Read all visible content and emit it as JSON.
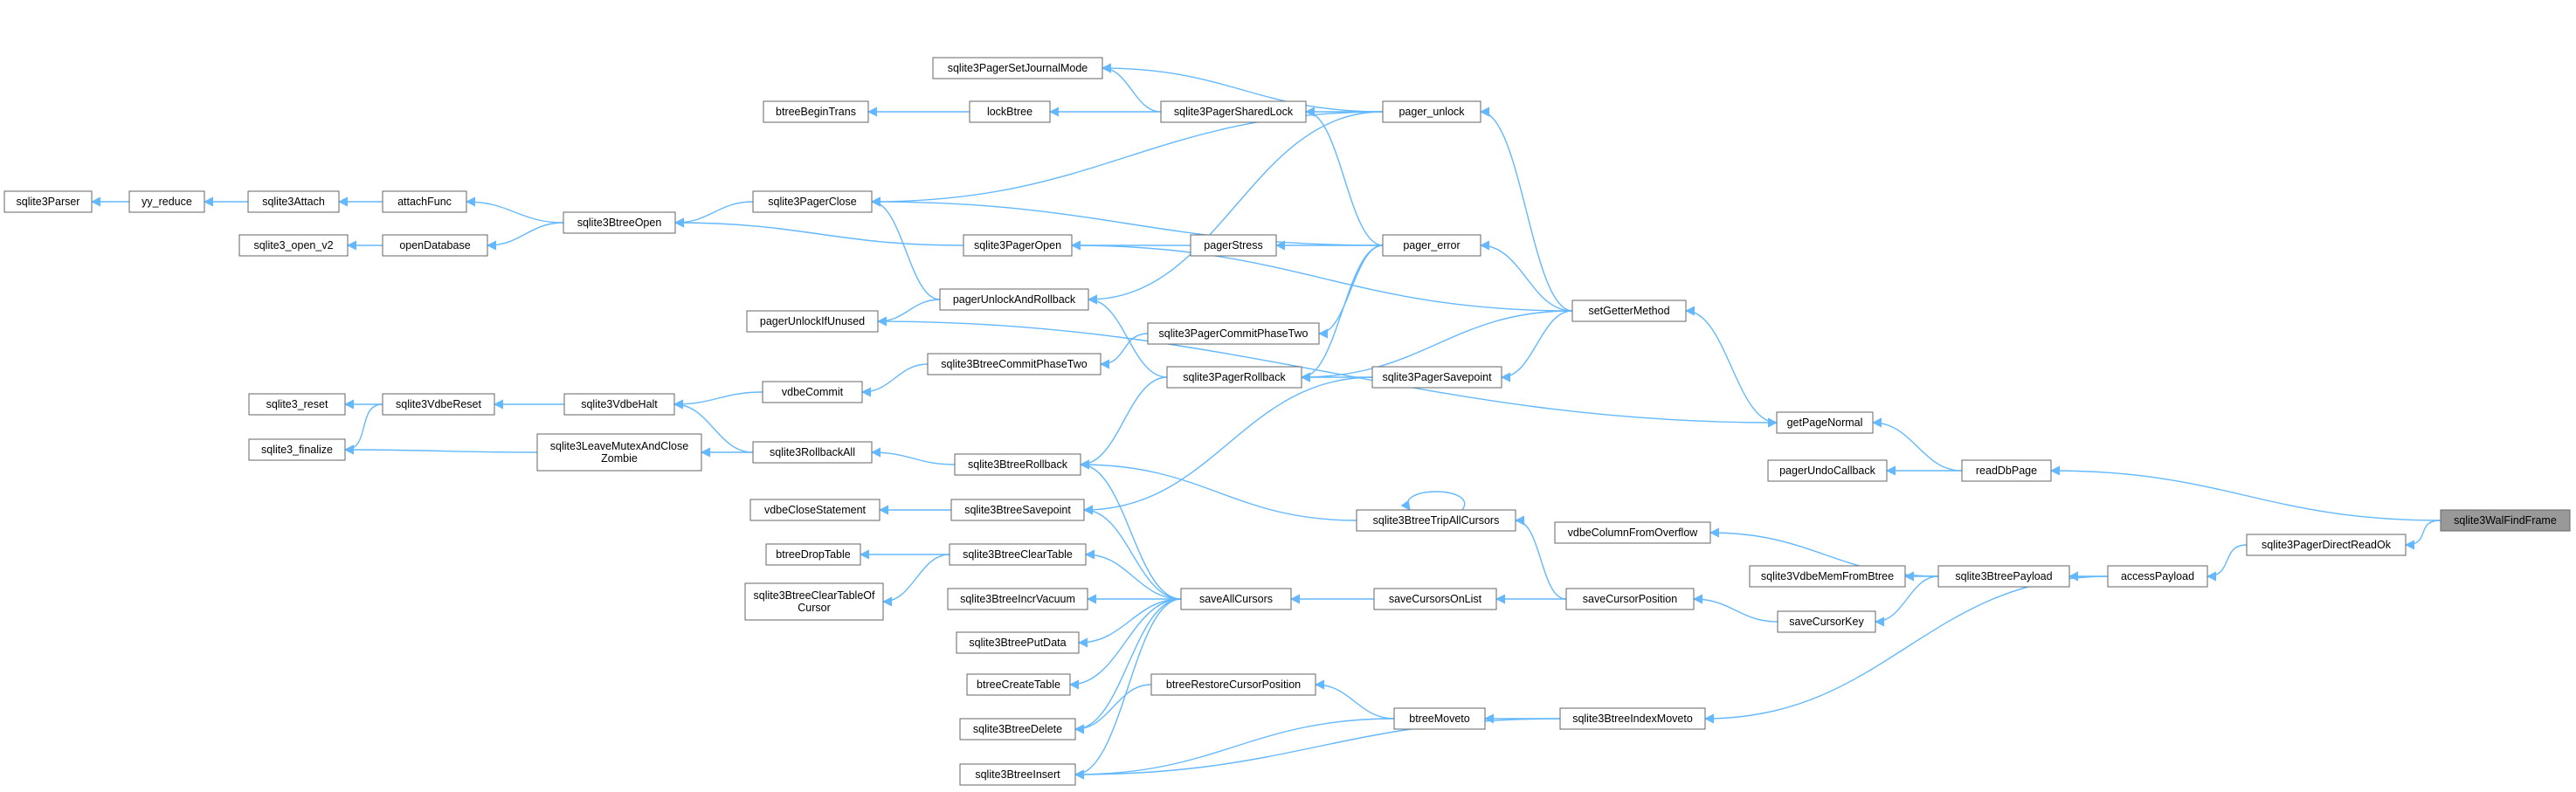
{
  "diagram": {
    "root": "sqlite3WalFindFrame",
    "nodes": [
      {
        "id": "sqlite3Parser",
        "label": [
          "sqlite3Parser"
        ]
      },
      {
        "id": "yy_reduce",
        "label": [
          "yy_reduce"
        ]
      },
      {
        "id": "sqlite3Attach",
        "label": [
          "sqlite3Attach"
        ]
      },
      {
        "id": "attachFunc",
        "label": [
          "attachFunc"
        ]
      },
      {
        "id": "sqlite3_open_v2",
        "label": [
          "sqlite3_open_v2"
        ]
      },
      {
        "id": "openDatabase",
        "label": [
          "openDatabase"
        ]
      },
      {
        "id": "sqlite3BtreeOpen",
        "label": [
          "sqlite3BtreeOpen"
        ]
      },
      {
        "id": "sqlite3PagerClose",
        "label": [
          "sqlite3PagerClose"
        ]
      },
      {
        "id": "sqlite3PagerSetJournalMode",
        "label": [
          "sqlite3PagerSetJournalMode"
        ]
      },
      {
        "id": "btreeBeginTrans",
        "label": [
          "btreeBeginTrans"
        ]
      },
      {
        "id": "lockBtree",
        "label": [
          "lockBtree"
        ]
      },
      {
        "id": "sqlite3PagerSharedLock",
        "label": [
          "sqlite3PagerSharedLock"
        ]
      },
      {
        "id": "pager_unlock",
        "label": [
          "pager_unlock"
        ]
      },
      {
        "id": "sqlite3PagerOpen",
        "label": [
          "sqlite3PagerOpen"
        ]
      },
      {
        "id": "pagerStress",
        "label": [
          "pagerStress"
        ]
      },
      {
        "id": "pager_error",
        "label": [
          "pager_error"
        ]
      },
      {
        "id": "pagerUnlockIfUnused",
        "label": [
          "pagerUnlockIfUnused"
        ]
      },
      {
        "id": "pagerUnlockAndRollback",
        "label": [
          "pagerUnlockAndRollback"
        ]
      },
      {
        "id": "sqlite3PagerCommitPhaseTwo",
        "label": [
          "sqlite3PagerCommitPhaseTwo"
        ]
      },
      {
        "id": "setGetterMethod",
        "label": [
          "setGetterMethod"
        ]
      },
      {
        "id": "sqlite3BtreeCommitPhaseTwo",
        "label": [
          "sqlite3BtreeCommitPhaseTwo"
        ]
      },
      {
        "id": "sqlite3PagerRollback",
        "label": [
          "sqlite3PagerRollback"
        ]
      },
      {
        "id": "sqlite3PagerSavepoint",
        "label": [
          "sqlite3PagerSavepoint"
        ]
      },
      {
        "id": "sqlite3_reset",
        "label": [
          "sqlite3_reset"
        ]
      },
      {
        "id": "sqlite3VdbeReset",
        "label": [
          "sqlite3VdbeReset"
        ]
      },
      {
        "id": "sqlite3VdbeHalt",
        "label": [
          "sqlite3VdbeHalt"
        ]
      },
      {
        "id": "vdbeCommit",
        "label": [
          "vdbeCommit"
        ]
      },
      {
        "id": "getPageNormal",
        "label": [
          "getPageNormal"
        ]
      },
      {
        "id": "sqlite3_finalize",
        "label": [
          "sqlite3_finalize"
        ]
      },
      {
        "id": "sqlite3LeaveMutexAndCloseZombie",
        "label": [
          "sqlite3LeaveMutexAndClose",
          "Zombie"
        ]
      },
      {
        "id": "sqlite3RollbackAll",
        "label": [
          "sqlite3RollbackAll"
        ]
      },
      {
        "id": "sqlite3BtreeRollback",
        "label": [
          "sqlite3BtreeRollback"
        ]
      },
      {
        "id": "pagerUndoCallback",
        "label": [
          "pagerUndoCallback"
        ]
      },
      {
        "id": "readDbPage",
        "label": [
          "readDbPage"
        ]
      },
      {
        "id": "vdbeCloseStatement",
        "label": [
          "vdbeCloseStatement"
        ]
      },
      {
        "id": "sqlite3BtreeSavepoint",
        "label": [
          "sqlite3BtreeSavepoint"
        ]
      },
      {
        "id": "sqlite3BtreeTripAllCursors",
        "label": [
          "sqlite3BtreeTripAllCursors"
        ]
      },
      {
        "id": "sqlite3WalFindFrame",
        "label": [
          "sqlite3WalFindFrame"
        ]
      },
      {
        "id": "vdbeColumnFromOverflow",
        "label": [
          "vdbeColumnFromOverflow"
        ]
      },
      {
        "id": "sqlite3PagerDirectReadOk",
        "label": [
          "sqlite3PagerDirectReadOk"
        ]
      },
      {
        "id": "btreeDropTable",
        "label": [
          "btreeDropTable"
        ]
      },
      {
        "id": "sqlite3BtreeClearTable",
        "label": [
          "sqlite3BtreeClearTable"
        ]
      },
      {
        "id": "sqlite3VdbeMemFromBtree",
        "label": [
          "sqlite3VdbeMemFromBtree"
        ]
      },
      {
        "id": "sqlite3BtreePayload",
        "label": [
          "sqlite3BtreePayload"
        ]
      },
      {
        "id": "accessPayload",
        "label": [
          "accessPayload"
        ]
      },
      {
        "id": "sqlite3BtreeClearTableOfCursor",
        "label": [
          "sqlite3BtreeClearTableOf",
          "Cursor"
        ]
      },
      {
        "id": "sqlite3BtreeIncrVacuum",
        "label": [
          "sqlite3BtreeIncrVacuum"
        ]
      },
      {
        "id": "saveAllCursors",
        "label": [
          "saveAllCursors"
        ]
      },
      {
        "id": "saveCursorsOnList",
        "label": [
          "saveCursorsOnList"
        ]
      },
      {
        "id": "saveCursorPosition",
        "label": [
          "saveCursorPosition"
        ]
      },
      {
        "id": "saveCursorKey",
        "label": [
          "saveCursorKey"
        ]
      },
      {
        "id": "sqlite3BtreePutData",
        "label": [
          "sqlite3BtreePutData"
        ]
      },
      {
        "id": "btreeCreateTable",
        "label": [
          "btreeCreateTable"
        ]
      },
      {
        "id": "btreeRestoreCursorPosition",
        "label": [
          "btreeRestoreCursorPosition"
        ]
      },
      {
        "id": "sqlite3BtreeDelete",
        "label": [
          "sqlite3BtreeDelete"
        ]
      },
      {
        "id": "btreeMoveto",
        "label": [
          "btreeMoveto"
        ]
      },
      {
        "id": "sqlite3BtreeIndexMoveto",
        "label": [
          "sqlite3BtreeIndexMoveto"
        ]
      },
      {
        "id": "sqlite3BtreeInsert",
        "label": [
          "sqlite3BtreeInsert"
        ]
      }
    ],
    "edges": [
      [
        "sqlite3Parser",
        "yy_reduce"
      ],
      [
        "yy_reduce",
        "sqlite3Attach"
      ],
      [
        "sqlite3Attach",
        "attachFunc"
      ],
      [
        "attachFunc",
        "sqlite3BtreeOpen"
      ],
      [
        "sqlite3_open_v2",
        "openDatabase"
      ],
      [
        "openDatabase",
        "sqlite3BtreeOpen"
      ],
      [
        "sqlite3BtreeOpen",
        "sqlite3PagerClose"
      ],
      [
        "sqlite3BtreeOpen",
        "sqlite3PagerOpen"
      ],
      [
        "sqlite3PagerClose",
        "pager_unlock"
      ],
      [
        "sqlite3PagerClose",
        "pager_error"
      ],
      [
        "sqlite3PagerClose",
        "pagerUnlockAndRollback"
      ],
      [
        "sqlite3PagerSetJournalMode",
        "sqlite3PagerSharedLock"
      ],
      [
        "sqlite3PagerSetJournalMode",
        "pager_unlock"
      ],
      [
        "btreeBeginTrans",
        "lockBtree"
      ],
      [
        "lockBtree",
        "sqlite3PagerSharedLock"
      ],
      [
        "sqlite3PagerSharedLock",
        "pager_unlock"
      ],
      [
        "sqlite3PagerSharedLock",
        "pager_error"
      ],
      [
        "sqlite3PagerOpen",
        "pagerStress"
      ],
      [
        "sqlite3PagerOpen",
        "setGetterMethod"
      ],
      [
        "pagerStress",
        "pager_error"
      ],
      [
        "pagerUnlockAndRollback",
        "pager_unlock"
      ],
      [
        "pagerUnlockAndRollback",
        "sqlite3PagerRollback"
      ],
      [
        "pagerUnlockIfUnused",
        "pagerUnlockAndRollback"
      ],
      [
        "sqlite3PagerCommitPhaseTwo",
        "pager_error"
      ],
      [
        "sqlite3BtreeCommitPhaseTwo",
        "sqlite3PagerCommitPhaseTwo"
      ],
      [
        "sqlite3PagerRollback",
        "pager_error"
      ],
      [
        "sqlite3PagerRollback",
        "setGetterMethod"
      ],
      [
        "sqlite3PagerRollback",
        "sqlite3PagerSavepoint"
      ],
      [
        "sqlite3PagerSavepoint",
        "setGetterMethod"
      ],
      [
        "pager_unlock",
        "setGetterMethod"
      ],
      [
        "pager_error",
        "setGetterMethod"
      ],
      [
        "setGetterMethod",
        "getPageNormal"
      ],
      [
        "getPageNormal",
        "pagerUnlockIfUnused"
      ],
      [
        "getPageNormal",
        "readDbPage"
      ],
      [
        "pagerUndoCallback",
        "readDbPage"
      ],
      [
        "readDbPage",
        "sqlite3WalFindFrame"
      ],
      [
        "sqlite3_reset",
        "sqlite3VdbeReset"
      ],
      [
        "sqlite3_finalize",
        "sqlite3VdbeReset"
      ],
      [
        "sqlite3_finalize",
        "sqlite3LeaveMutexAndCloseZombie"
      ],
      [
        "sqlite3VdbeReset",
        "sqlite3VdbeHalt"
      ],
      [
        "sqlite3VdbeHalt",
        "vdbeCommit"
      ],
      [
        "sqlite3VdbeHalt",
        "sqlite3RollbackAll"
      ],
      [
        "vdbeCommit",
        "sqlite3BtreeCommitPhaseTwo"
      ],
      [
        "sqlite3LeaveMutexAndCloseZombie",
        "sqlite3RollbackAll"
      ],
      [
        "sqlite3RollbackAll",
        "sqlite3BtreeRollback"
      ],
      [
        "sqlite3BtreeRollback",
        "sqlite3PagerRollback"
      ],
      [
        "sqlite3BtreeRollback",
        "saveAllCursors"
      ],
      [
        "sqlite3BtreeRollback",
        "sqlite3BtreeTripAllCursors"
      ],
      [
        "vdbeCloseStatement",
        "sqlite3BtreeSavepoint"
      ],
      [
        "sqlite3BtreeSavepoint",
        "sqlite3PagerSavepoint"
      ],
      [
        "sqlite3BtreeSavepoint",
        "saveAllCursors"
      ],
      [
        "sqlite3BtreeTripAllCursors",
        "sqlite3BtreeTripAllCursors"
      ],
      [
        "sqlite3BtreeTripAllCursors",
        "saveCursorPosition"
      ],
      [
        "btreeDropTable",
        "sqlite3BtreeClearTable"
      ],
      [
        "sqlite3BtreeClearTableOfCursor",
        "sqlite3BtreeClearTable"
      ],
      [
        "sqlite3BtreeClearTable",
        "saveAllCursors"
      ],
      [
        "sqlite3BtreeIncrVacuum",
        "saveAllCursors"
      ],
      [
        "sqlite3BtreePutData",
        "saveAllCursors"
      ],
      [
        "btreeCreateTable",
        "saveAllCursors"
      ],
      [
        "sqlite3BtreeDelete",
        "saveAllCursors"
      ],
      [
        "sqlite3BtreeDelete",
        "btreeRestoreCursorPosition"
      ],
      [
        "sqlite3BtreeInsert",
        "saveAllCursors"
      ],
      [
        "sqlite3BtreeInsert",
        "btreeMoveto"
      ],
      [
        "sqlite3BtreeInsert",
        "sqlite3BtreeIndexMoveto"
      ],
      [
        "btreeRestoreCursorPosition",
        "btreeMoveto"
      ],
      [
        "btreeMoveto",
        "sqlite3BtreeIndexMoveto"
      ],
      [
        "saveAllCursors",
        "saveCursorsOnList"
      ],
      [
        "saveCursorsOnList",
        "saveCursorPosition"
      ],
      [
        "saveCursorPosition",
        "saveCursorKey"
      ],
      [
        "saveCursorKey",
        "sqlite3BtreePayload"
      ],
      [
        "sqlite3BtreeIndexMoveto",
        "accessPayload"
      ],
      [
        "vdbeColumnFromOverflow",
        "sqlite3BtreePayload"
      ],
      [
        "sqlite3VdbeMemFromBtree",
        "sqlite3BtreePayload"
      ],
      [
        "sqlite3BtreePayload",
        "accessPayload"
      ],
      [
        "accessPayload",
        "sqlite3PagerDirectReadOk"
      ],
      [
        "sqlite3PagerDirectReadOk",
        "sqlite3WalFindFrame"
      ]
    ]
  }
}
